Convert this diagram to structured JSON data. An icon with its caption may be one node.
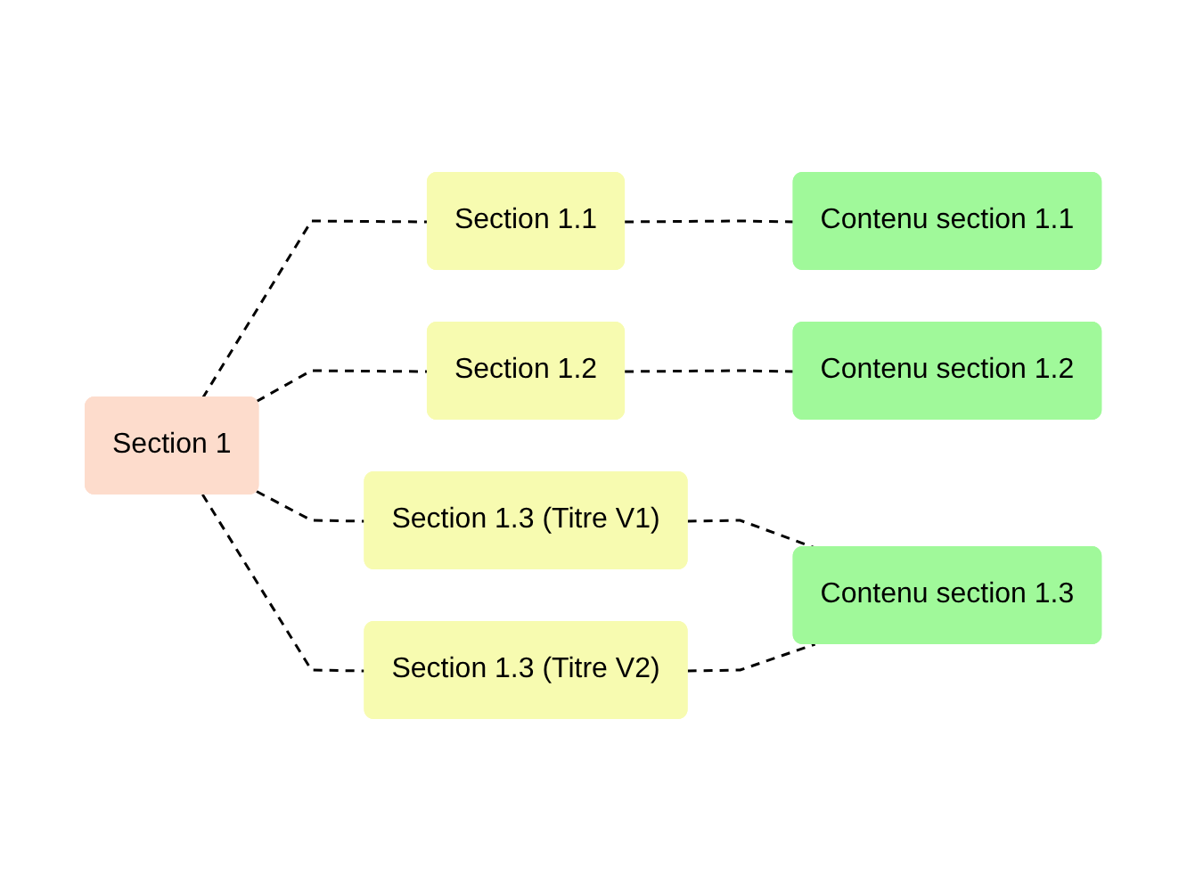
{
  "diagram": {
    "nodes": [
      {
        "text": [
          "Section 1"
        ]
      },
      {
        "text": [
          "Section 1.1"
        ]
      },
      {
        "text": [
          "Section 1.2"
        ]
      },
      {
        "text": [
          "Section 1.3 (Titre V1)"
        ]
      },
      {
        "text": [
          "Section 1.3 (Titre V2)"
        ]
      },
      {
        "text": [
          "Contenu section 1.1"
        ]
      },
      {
        "text": [
          "Contenu section 1.2"
        ]
      },
      {
        "text": [
          "Contenu section 1.3"
        ]
      }
    ],
    "edges": [
      {
        "from": 0,
        "to": 1,
        "arrow": "none",
        "style": "dashed"
      },
      {
        "from": 0,
        "to": 2,
        "arrow": "none",
        "style": "dashed"
      },
      {
        "from": 0,
        "to": 3,
        "arrow": "none",
        "style": "dashed"
      },
      {
        "from": 0,
        "to": 4,
        "arrow": "none",
        "style": "dashed"
      },
      {
        "from": 1,
        "to": 5,
        "arrow": "none",
        "style": "dashed"
      },
      {
        "from": 2,
        "to": 6,
        "arrow": "none",
        "style": "dashed"
      },
      {
        "from": 3,
        "to": 7,
        "arrow": "none",
        "style": "dashed"
      },
      {
        "from": 4,
        "to": 7,
        "arrow": "none",
        "style": "dashed"
      }
    ]
  }
}
